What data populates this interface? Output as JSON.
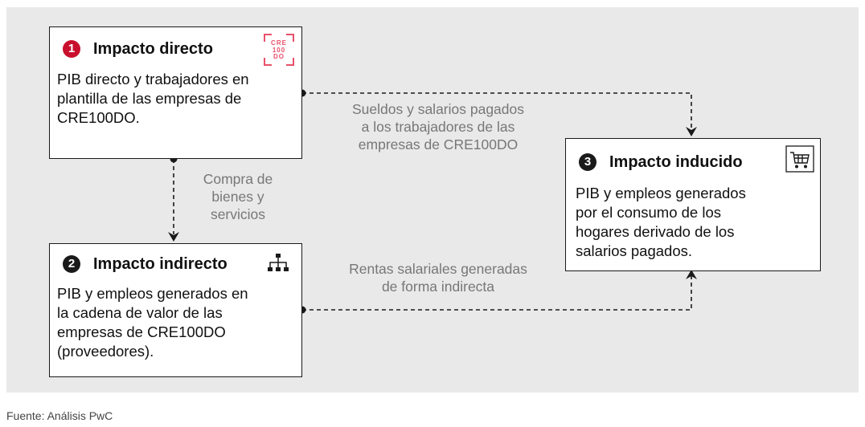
{
  "boxes": {
    "direct": {
      "num": "1",
      "title": "Impacto directo",
      "lines": [
        "PIB directo y trabajadores en",
        "plantilla de las empresas de",
        "CRE100DO."
      ],
      "logo": [
        "CRE",
        "100",
        "DO"
      ],
      "icon": "cre100do-logo-icon"
    },
    "indirect": {
      "num": "2",
      "title": "Impacto indirecto",
      "lines": [
        "PIB y empleos generados en",
        "la cadena de valor de las",
        "empresas de CRE100DO",
        "(proveedores)."
      ],
      "icon": "org-chart-icon"
    },
    "induced": {
      "num": "3",
      "title": "Impacto inducido",
      "lines": [
        "PIB y empleos generados",
        "por el consumo de los",
        "hogares derivado de los",
        "salarios pagados."
      ],
      "icon": "shopping-cart-icon"
    }
  },
  "edges": {
    "purchases": [
      "Compra de",
      "bienes y",
      "servicios"
    ],
    "salaries": [
      "Sueldos y salarios pagados",
      "a los trabajadores de las",
      "empresas de CRE100DO"
    ],
    "indirect_rents": [
      "Rentas salariales generadas",
      "de forma indirecta"
    ]
  },
  "source": "Fuente: Análisis PwC",
  "colors": {
    "direct_accent": "#c8102e",
    "logo_accent": "#e8506a",
    "neutral": "#1a1a1a"
  }
}
